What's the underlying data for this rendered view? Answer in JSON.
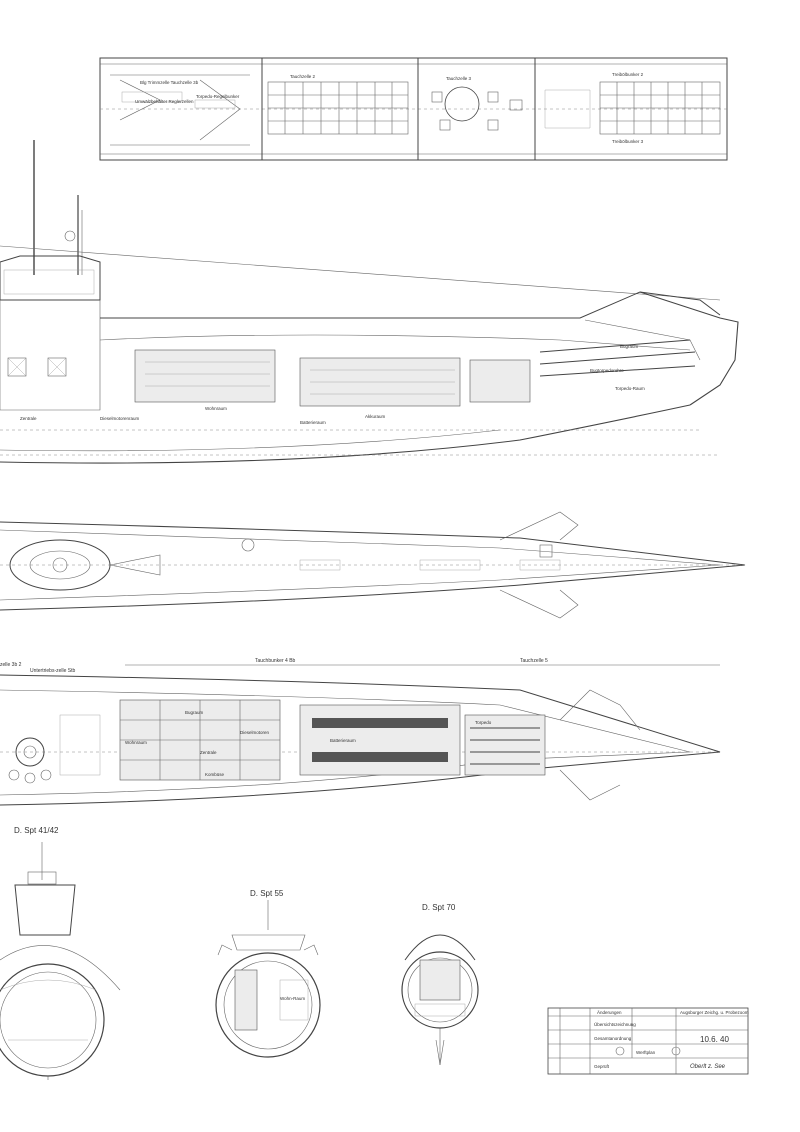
{
  "deck_plan": {
    "labels": [
      "Blg Trimmzelle Tauchzelle 3b",
      "Umwälzbehälter Reglerzellen",
      "Torpedo-Regelbunker",
      "Tauchzelle 3",
      "Tauchzelle 2",
      "Treibölbunker 2",
      "Treibölbunker 3"
    ]
  },
  "side_view": {
    "labels": [
      "Bugraum",
      "Zentrale",
      "Dieselmotorenraum",
      "Bugtorpedorohre",
      "Wohnraum",
      "Batterieraum",
      "Torpedo-Raum",
      "Akkuraum"
    ]
  },
  "plan_view": {
    "header_left": "zelle 3b 2",
    "header_left_2": "Untertriebs-zelle Stb",
    "tauchbunker": "Tauchbunker 4 Bb",
    "tauchzelle_5": "Tauchzelle 5",
    "labels": [
      "Bugraum",
      "Dieselmotoren",
      "Zentrale",
      "Batterieraum",
      "Wohnraum",
      "Torpedo",
      "Kombüse"
    ]
  },
  "sections": [
    {
      "title": "D. Spt 41/42"
    },
    {
      "title": "D. Spt 55"
    },
    {
      "title": "D. Spt 70"
    }
  ],
  "section_55_label": "Wohn-Raum",
  "title_block": {
    "header": "Änderungen",
    "company": "Augsburger Zeichg. u. Probezoom",
    "rows": [
      "Übersichtszeichnung",
      "Gesamtanordnung",
      "Werftplan",
      "Geprüft"
    ],
    "date": "10.6. 40",
    "signature": "Oberlt z. See"
  }
}
